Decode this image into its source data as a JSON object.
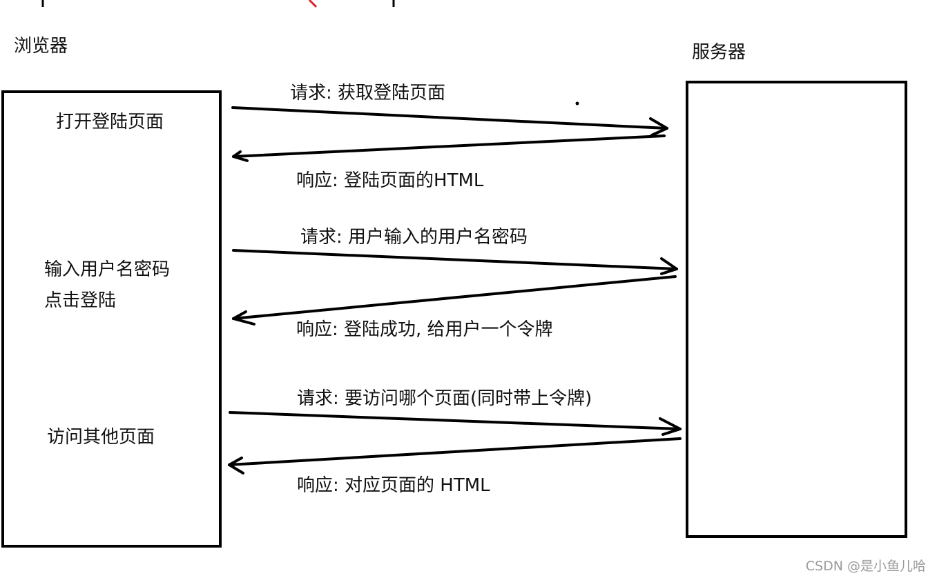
{
  "browser": {
    "title": "浏览器",
    "steps": [
      {
        "text": "打开登陆页面"
      },
      {
        "text": "输入用户名密码"
      },
      {
        "text": "点击登陆"
      },
      {
        "text": "访问其他页面"
      }
    ]
  },
  "server": {
    "title": "服务器"
  },
  "messages": [
    {
      "label": "请求: 获取登陆页面",
      "direction": "to-server"
    },
    {
      "label": "响应: 登陆页面的HTML",
      "direction": "to-browser"
    },
    {
      "label": "请求: 用户输入的用户名密码",
      "direction": "to-server"
    },
    {
      "label": "响应: 登陆成功, 给用户一个令牌",
      "direction": "to-browser"
    },
    {
      "label": "请求: 要访问哪个页面(同时带上令牌)",
      "direction": "to-server"
    },
    {
      "label": "响应: 对应页面的 HTML",
      "direction": "to-browser"
    }
  ],
  "watermark": "CSDN @是小鱼儿哈",
  "colors": {
    "ink": "#000000",
    "stray_stroke": "#e0202a",
    "watermark": "#9a9a9a"
  }
}
